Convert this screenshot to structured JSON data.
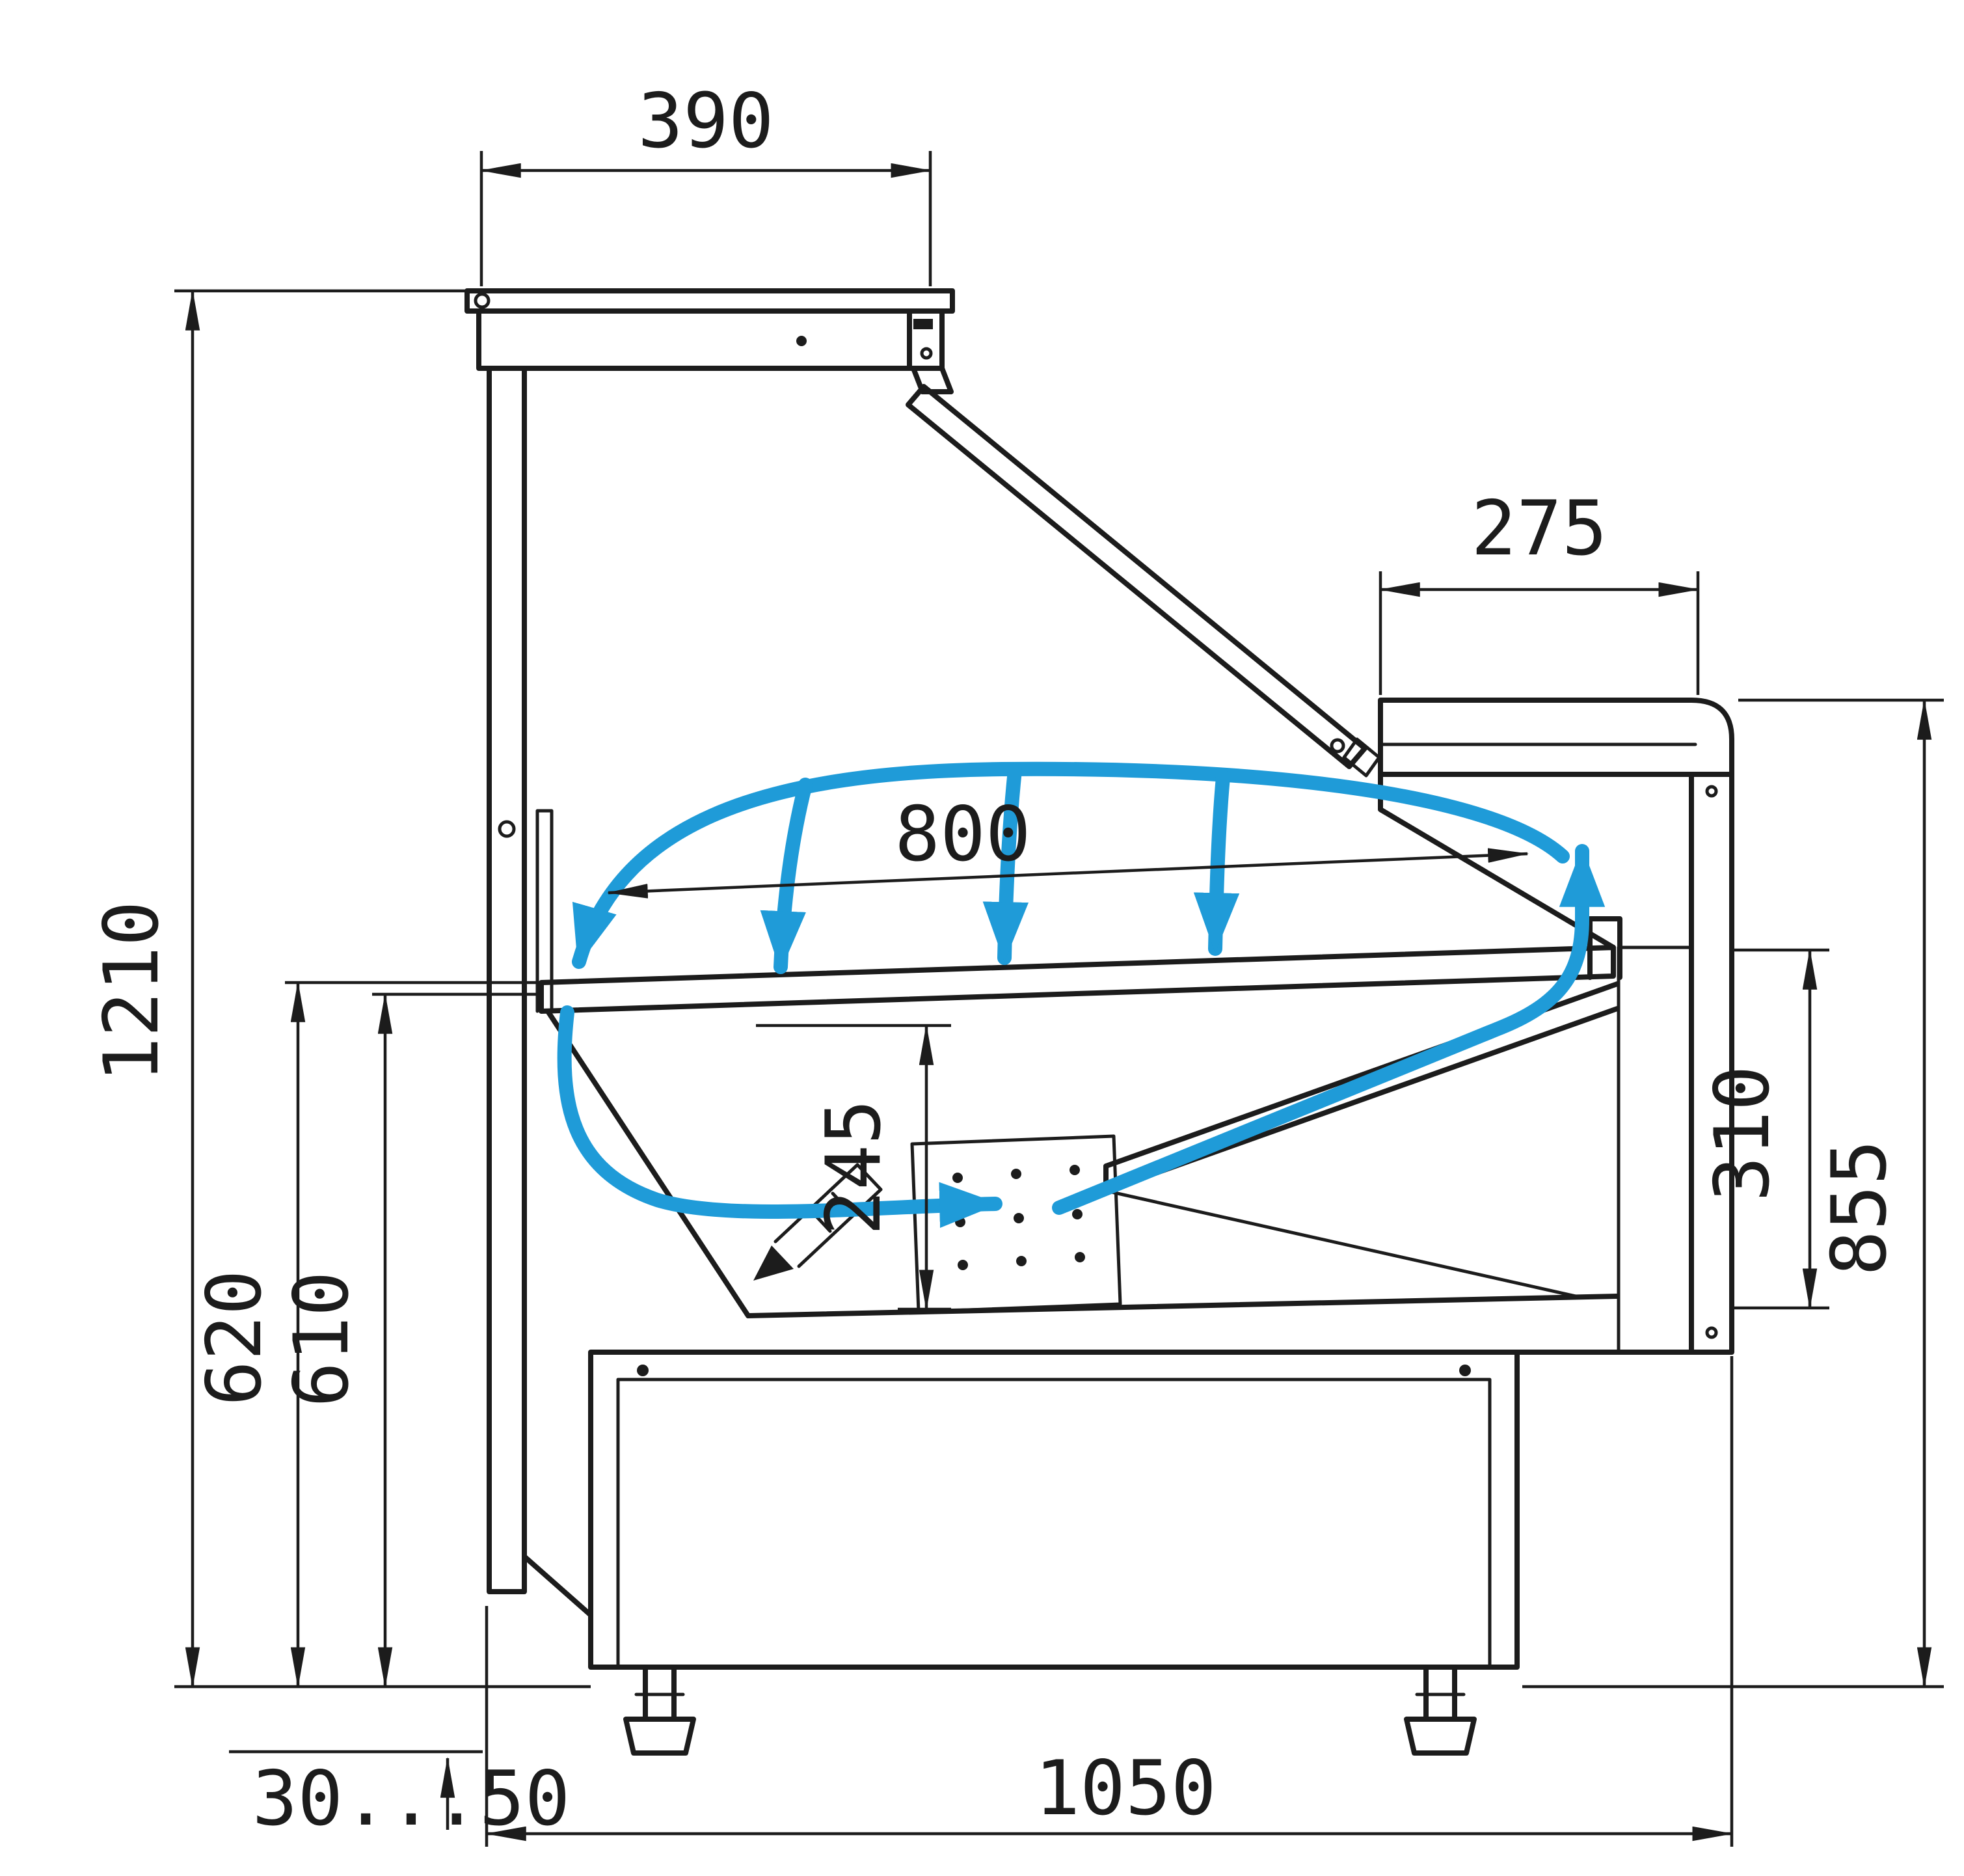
{
  "colors": {
    "line": "#1c1c1c",
    "airflow": "#1f9bd8"
  },
  "dimensions": {
    "top_width": "390",
    "counter_depth": "275",
    "display_length": "800",
    "total_height": "1210",
    "back_height_outer": "620",
    "back_height_inner": "610",
    "well_depth": "245",
    "front_panel_height": "310",
    "worktop_height": "855",
    "foot_adjust_range": "30...50",
    "base_depth": "1050"
  }
}
